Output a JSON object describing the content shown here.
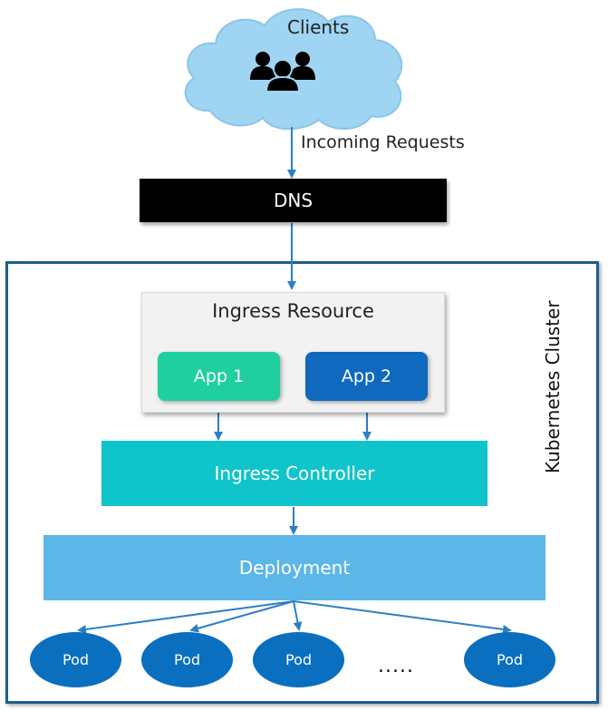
{
  "clients": {
    "label": "Clients",
    "icon": "users-icon"
  },
  "requests_label": "Incoming Requests",
  "dns": {
    "label": "DNS"
  },
  "cluster": {
    "label": "Kubernetes Cluster"
  },
  "ingress_resource": {
    "title": "Ingress Resource",
    "apps": [
      {
        "label": "App 1"
      },
      {
        "label": "App 2"
      }
    ]
  },
  "ingress_controller": {
    "label": "Ingress Controller"
  },
  "deployment": {
    "label": "Deployment"
  },
  "pods": [
    {
      "label": "Pod"
    },
    {
      "label": "Pod"
    },
    {
      "label": "Pod"
    },
    {
      "label": "Pod"
    }
  ],
  "more_pods": ".....",
  "colors": {
    "cloud": "#9fd4f3",
    "arrow": "#2e7ec4",
    "cluster_border": "#1a5f8a",
    "app1": "#1fcf9f",
    "app2": "#1069bd",
    "ingress_controller": "#10c4cc",
    "deployment": "#5cb6e8",
    "pod": "#0a6fbe"
  }
}
